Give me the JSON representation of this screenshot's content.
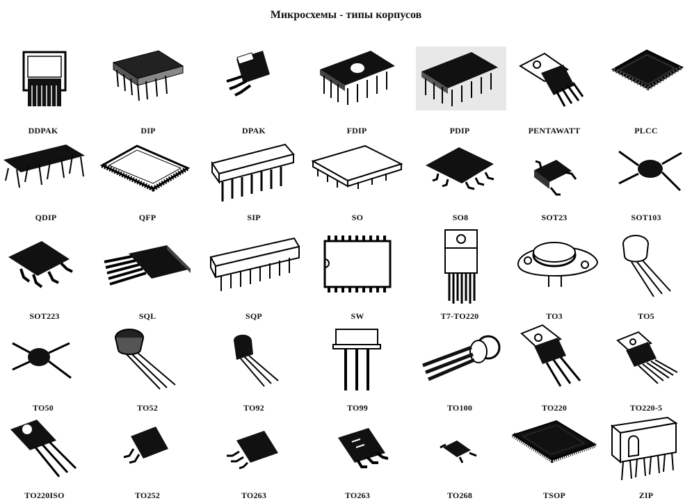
{
  "title": "Микросхемы - типы корпусов",
  "packages": [
    {
      "name": "DDPAK",
      "icon": "ddpak-package-icon"
    },
    {
      "name": "DIP",
      "icon": "dip-package-icon"
    },
    {
      "name": "DPAK",
      "icon": "dpak-package-icon"
    },
    {
      "name": "FDIP",
      "icon": "fdip-package-icon"
    },
    {
      "name": "PDIP",
      "icon": "pdip-package-icon"
    },
    {
      "name": "PENTAWATT",
      "icon": "pentawatt-package-icon"
    },
    {
      "name": "PLCC",
      "icon": "plcc-package-icon"
    },
    {
      "name": "QDIP",
      "icon": "qdip-package-icon"
    },
    {
      "name": "QFP",
      "icon": "qfp-package-icon"
    },
    {
      "name": "SIP",
      "icon": "sip-package-icon"
    },
    {
      "name": "SO",
      "icon": "so-package-icon"
    },
    {
      "name": "SO8",
      "icon": "so8-package-icon"
    },
    {
      "name": "SOT23",
      "icon": "sot23-package-icon"
    },
    {
      "name": "SOT103",
      "icon": "sot103-package-icon"
    },
    {
      "name": "SOT223",
      "icon": "sot223-package-icon"
    },
    {
      "name": "SQL",
      "icon": "sql-package-icon"
    },
    {
      "name": "SQP",
      "icon": "sqp-package-icon"
    },
    {
      "name": "SW",
      "icon": "sw-package-icon"
    },
    {
      "name": "T7-TO220",
      "icon": "t7-to220-package-icon"
    },
    {
      "name": "TO3",
      "icon": "to3-package-icon"
    },
    {
      "name": "TO5",
      "icon": "to5-package-icon"
    },
    {
      "name": "TO50",
      "icon": "to50-package-icon"
    },
    {
      "name": "TO52",
      "icon": "to52-package-icon"
    },
    {
      "name": "TO92",
      "icon": "to92-package-icon"
    },
    {
      "name": "TO99",
      "icon": "to99-package-icon"
    },
    {
      "name": "TO100",
      "icon": "to100-package-icon"
    },
    {
      "name": "TO220",
      "icon": "to220-package-icon"
    },
    {
      "name": "TO220-5",
      "icon": "to220-5-package-icon"
    },
    {
      "name": "TO220ISO",
      "icon": "to220iso-package-icon"
    },
    {
      "name": "TO252",
      "icon": "to252-package-icon"
    },
    {
      "name": "TO263",
      "icon": "to263-package-icon"
    },
    {
      "name": "TO263",
      "icon": "to263-package-icon"
    },
    {
      "name": "TO268",
      "icon": "to268-package-icon"
    },
    {
      "name": "TSOP",
      "icon": "tsop-package-icon"
    },
    {
      "name": "ZIP",
      "icon": "zip-package-icon"
    }
  ]
}
